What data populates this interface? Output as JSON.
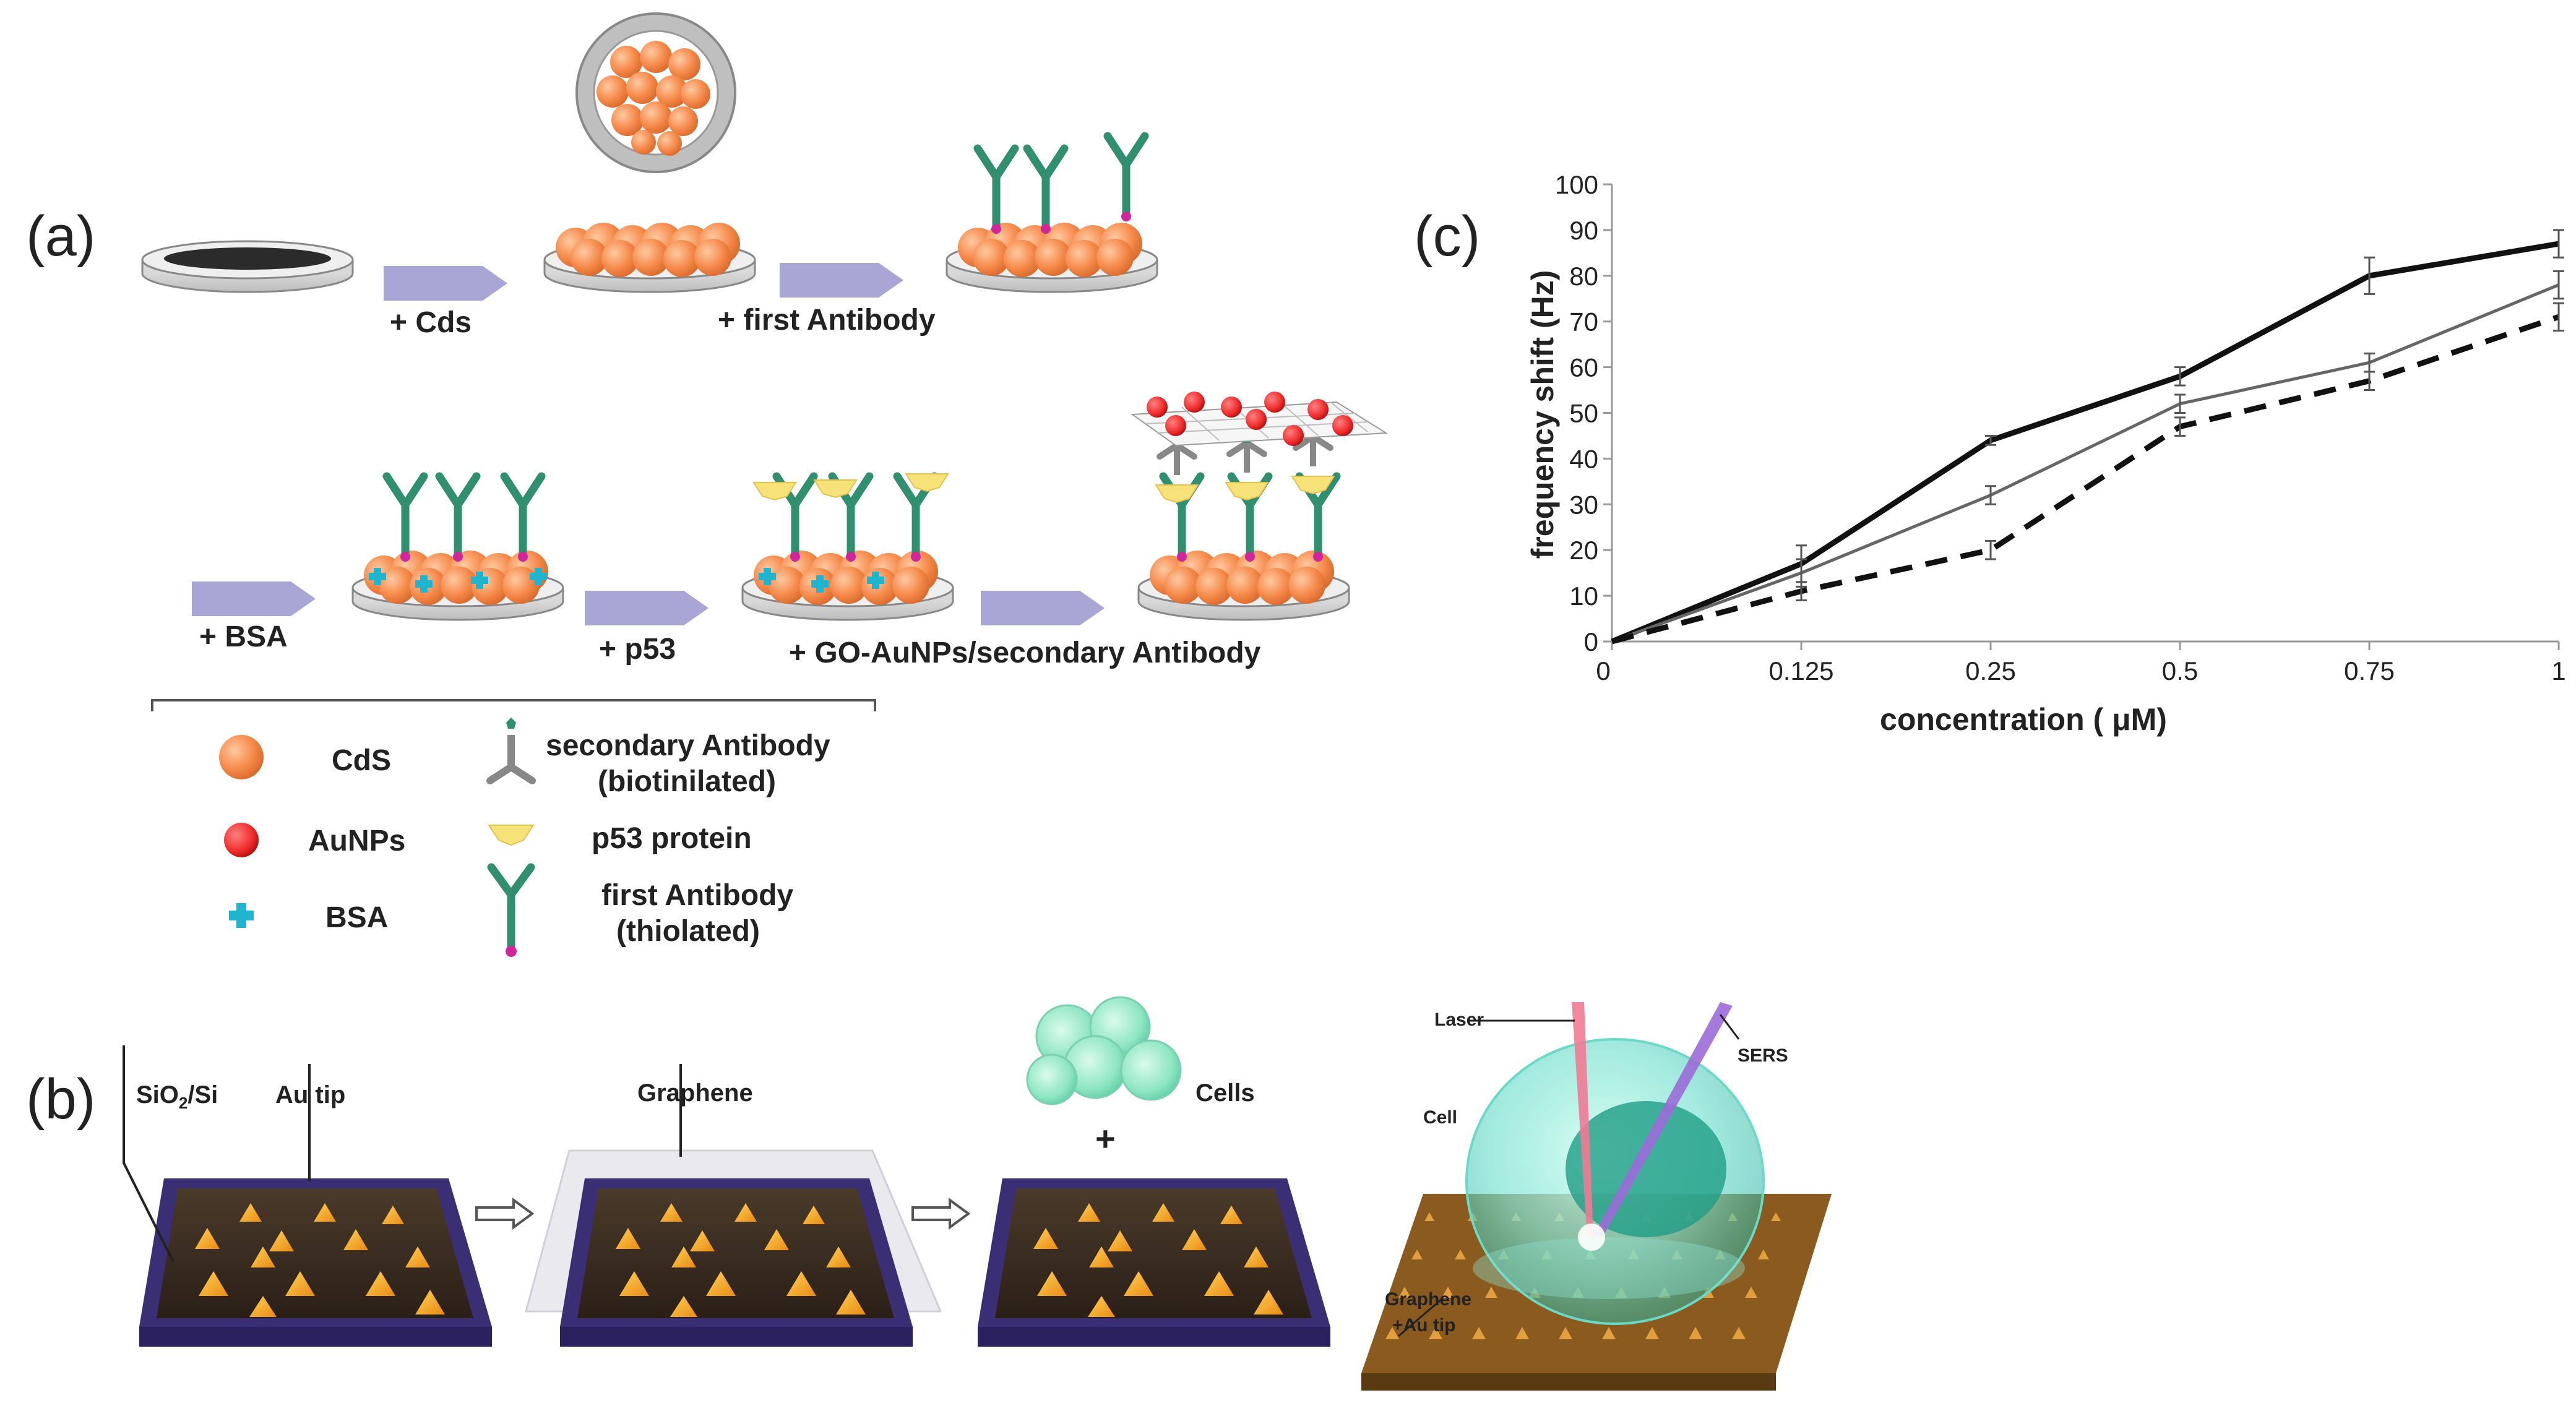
{
  "panel_a": {
    "letter": "(a)",
    "steps": [
      "+ Cds",
      "+ first Antibody",
      "+ BSA",
      "+ p53",
      "+ GO-AuNPs/secondary Antibody"
    ],
    "legend": {
      "cds": "CdS",
      "aunps": "AuNPs",
      "bsa": "BSA",
      "secondary_1": "secondary Antibody",
      "secondary_2": "(biotinilated)",
      "p53": "p53 protein",
      "first_1": "first Antibody",
      "first_2": "(thiolated)"
    }
  },
  "panel_b": {
    "letter": "(b)",
    "labels": {
      "sio2": "SiO",
      "sio2_sub": "2",
      "sio2_tail": "/Si",
      "au_tip": "Au tip",
      "graphene": "Graphene",
      "cells": "Cells",
      "plus": "+",
      "laser": "Laser",
      "sers": "SERS",
      "cell": "Cell",
      "graphene_au_1": "Graphene",
      "graphene_au_2": "+Au tip"
    }
  },
  "panel_c": {
    "letter": "(c)"
  },
  "colors": {
    "cds": "#f58a4b",
    "aunp": "#ee2a2a",
    "bsa": "#1fb5cf",
    "antibody": "#2f8f6f",
    "p53": "#f7e27a",
    "arrow": "#a9a6d6",
    "substrate": "#3b2f6f"
  },
  "chart_data": {
    "type": "line",
    "title": "",
    "xlabel": "concentration ( μM)",
    "ylabel": "frequency shift (Hz)",
    "categories": [
      "0",
      "0.125",
      "0.25",
      "0.5",
      "0.75",
      "1"
    ],
    "ylim": [
      0,
      100
    ],
    "yticks": [
      0,
      10,
      20,
      30,
      40,
      50,
      60,
      70,
      80,
      90,
      100
    ],
    "grid": false,
    "series": [
      {
        "style": "solid-thick",
        "values": [
          0,
          17,
          44,
          58,
          80,
          87
        ],
        "errors": [
          0,
          4,
          1,
          2,
          4,
          3
        ]
      },
      {
        "style": "solid-thin",
        "values": [
          0,
          15,
          32,
          52,
          61,
          78
        ],
        "errors": [
          0,
          3,
          2,
          2,
          2,
          3
        ]
      },
      {
        "style": "dashed",
        "values": [
          0,
          11,
          20,
          47,
          57,
          71
        ],
        "errors": [
          0,
          2,
          2,
          2,
          2,
          3
        ]
      }
    ]
  }
}
